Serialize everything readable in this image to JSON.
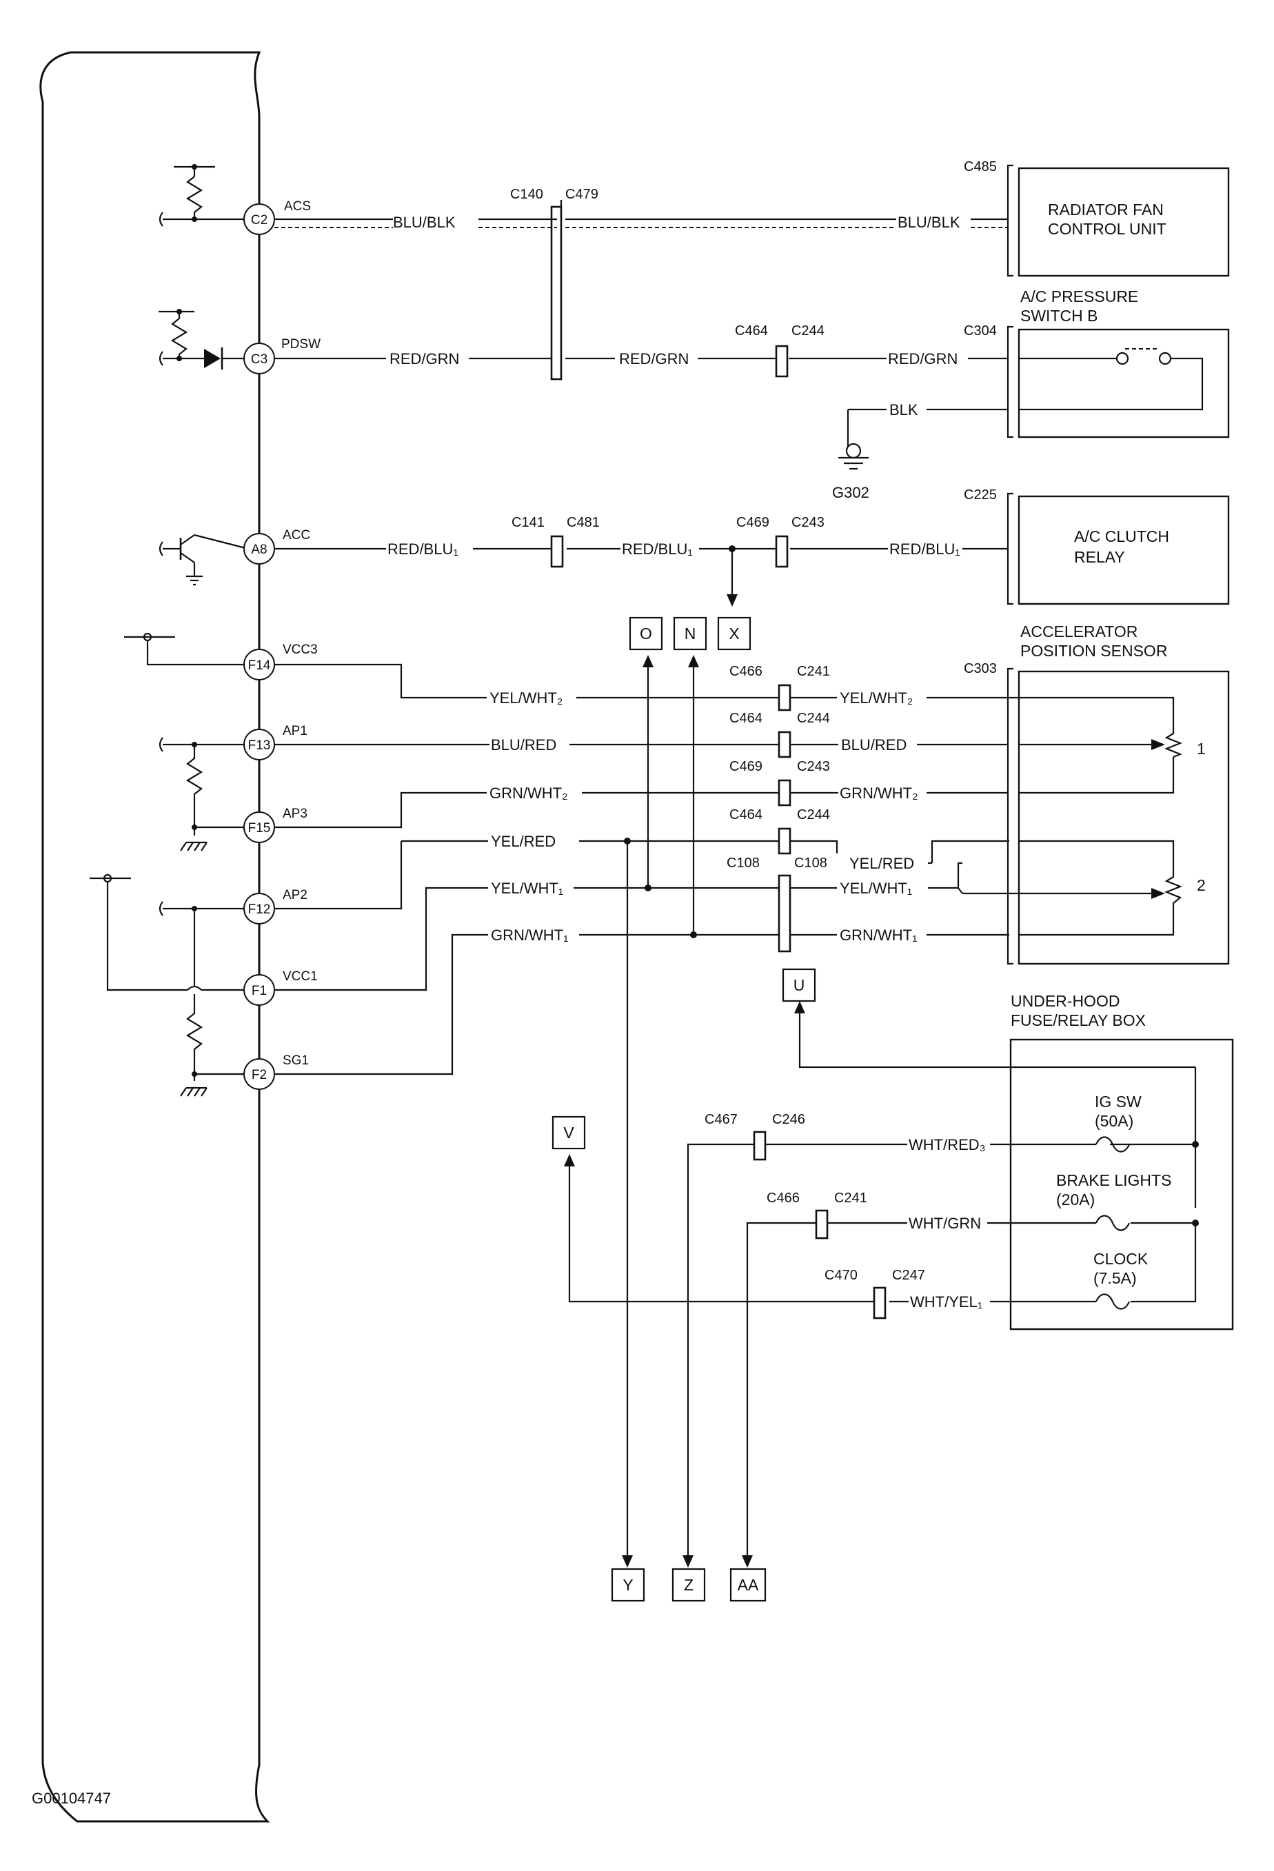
{
  "footer_id": "G00104747",
  "pins": [
    {
      "id": "C2",
      "signal": "ACS"
    },
    {
      "id": "C3",
      "signal": "PDSW"
    },
    {
      "id": "A8",
      "signal": "ACC"
    },
    {
      "id": "F14",
      "signal": "VCC3"
    },
    {
      "id": "F13",
      "signal": "AP1"
    },
    {
      "id": "F15",
      "signal": "AP3"
    },
    {
      "id": "F12",
      "signal": "AP2"
    },
    {
      "id": "F1",
      "signal": "VCC1"
    },
    {
      "id": "F2",
      "signal": "SG1"
    }
  ],
  "wire_labels": [
    "BLU/BLK",
    "BLU/BLK",
    "RED/GRN",
    "RED/GRN",
    "RED/GRN",
    "BLK",
    "RED/BLU₁",
    "RED/BLU₁",
    "RED/BLU₁",
    "YEL/WHT₂",
    "YEL/WHT₂",
    "BLU/RED",
    "BLU/RED",
    "GRN/WHT₂",
    "GRN/WHT₂",
    "YEL/RED",
    "YEL/RED",
    "YEL/WHT₁",
    "YEL/WHT₁",
    "GRN/WHT₁",
    "GRN/WHT₁",
    "WHT/RED₃",
    "WHT/GRN",
    "WHT/YEL₁"
  ],
  "connectors": [
    "C140",
    "C479",
    "C485",
    "C464",
    "C244",
    "C304",
    "C141",
    "C481",
    "C469",
    "C243",
    "C225",
    "C466",
    "C241",
    "C303",
    "C464",
    "C244",
    "C469",
    "C243",
    "C464",
    "C244",
    "C108",
    "C108",
    "C467",
    "C246",
    "C466",
    "C241",
    "C470",
    "C247"
  ],
  "ground": "G302",
  "components": {
    "radiator_fan": [
      "RADIATOR FAN",
      "CONTROL UNIT"
    ],
    "ac_pressure_switch": [
      "A/C PRESSURE",
      "SWITCH B"
    ],
    "ac_clutch_relay": [
      "A/C CLUTCH",
      "RELAY"
    ],
    "accelerator_sensor": [
      "ACCELERATOR",
      "POSITION SENSOR"
    ],
    "sensor_numbers": [
      "1",
      "2"
    ],
    "fuse_box": [
      "UNDER-HOOD",
      "FUSE/RELAY BOX"
    ],
    "fuses": [
      {
        "name": "IG SW",
        "rating": "(50A)"
      },
      {
        "name": "BRAKE LIGHTS",
        "rating": "(20A)"
      },
      {
        "name": "CLOCK",
        "rating": "(7.5A)"
      }
    ]
  },
  "off_page_refs": {
    "top": [
      "O",
      "N",
      "X"
    ],
    "mid": [
      "U",
      "V"
    ],
    "bottom": [
      "Y",
      "Z",
      "AA"
    ]
  }
}
